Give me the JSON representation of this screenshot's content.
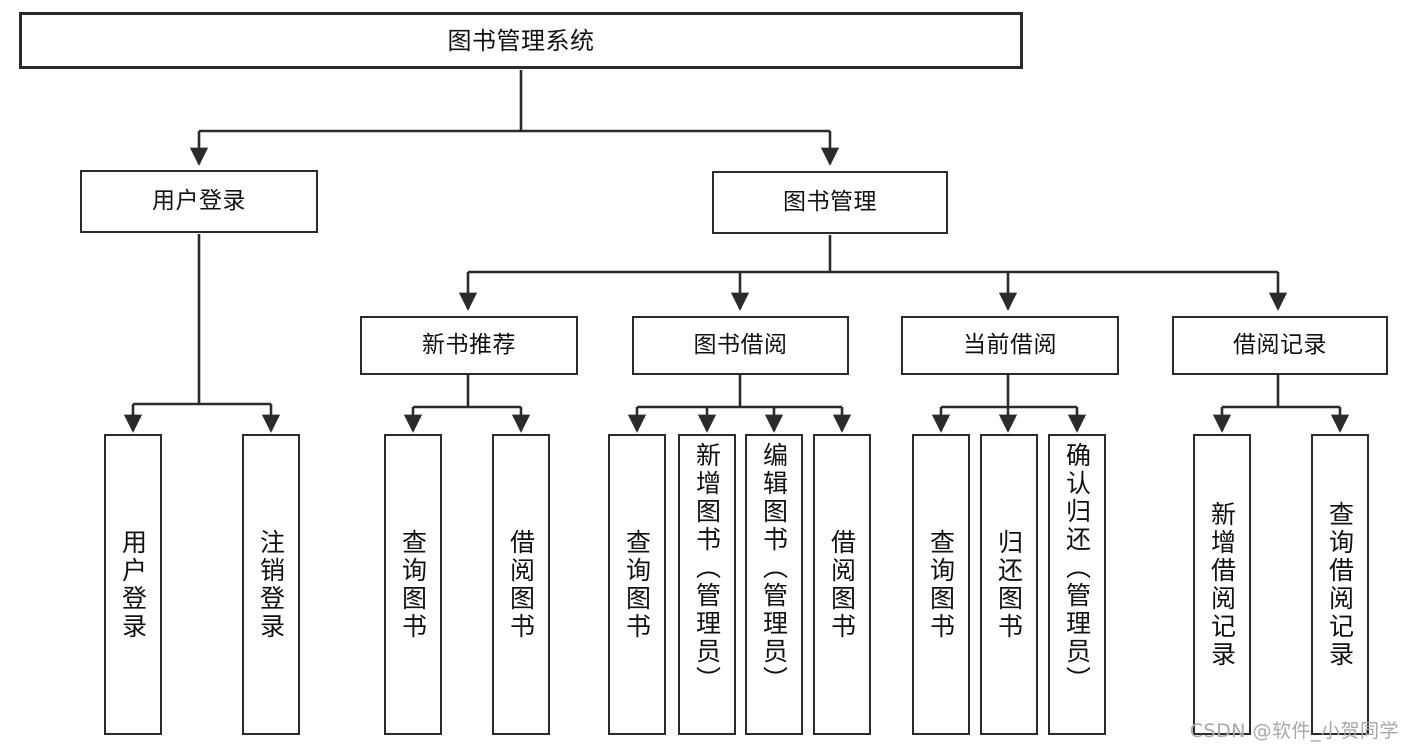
{
  "diagram": {
    "title": "图书管理系统",
    "watermark": "CSDN @软件_小贺同学",
    "stroke_color": "#2b2b2b",
    "fill_color": "#ffffff",
    "text_color": "#111111",
    "nodes": {
      "root": {
        "label": "图书管理系统"
      },
      "level2": [
        {
          "label": "用户登录"
        },
        {
          "label": "图书管理"
        }
      ],
      "level3": [
        {
          "label": "新书推荐"
        },
        {
          "label": "图书借阅"
        },
        {
          "label": "当前借阅"
        },
        {
          "label": "借阅记录"
        }
      ],
      "leaves": {
        "user_login": [
          {
            "label": "用户登录"
          },
          {
            "label": "注销登录"
          }
        ],
        "new_book_recommend": [
          {
            "label": "查询图书"
          },
          {
            "label": "借阅图书"
          }
        ],
        "book_borrow": [
          {
            "label": "查询图书"
          },
          {
            "label": "新增图书（管理员）"
          },
          {
            "label": "编辑图书（管理员）"
          },
          {
            "label": "借阅图书"
          }
        ],
        "current_borrow": [
          {
            "label": "查询图书"
          },
          {
            "label": "归还图书"
          },
          {
            "label": "确认归还（管理员）"
          }
        ],
        "borrow_record": [
          {
            "label": "新增借阅记录"
          },
          {
            "label": "查询借阅记录"
          }
        ]
      }
    }
  }
}
